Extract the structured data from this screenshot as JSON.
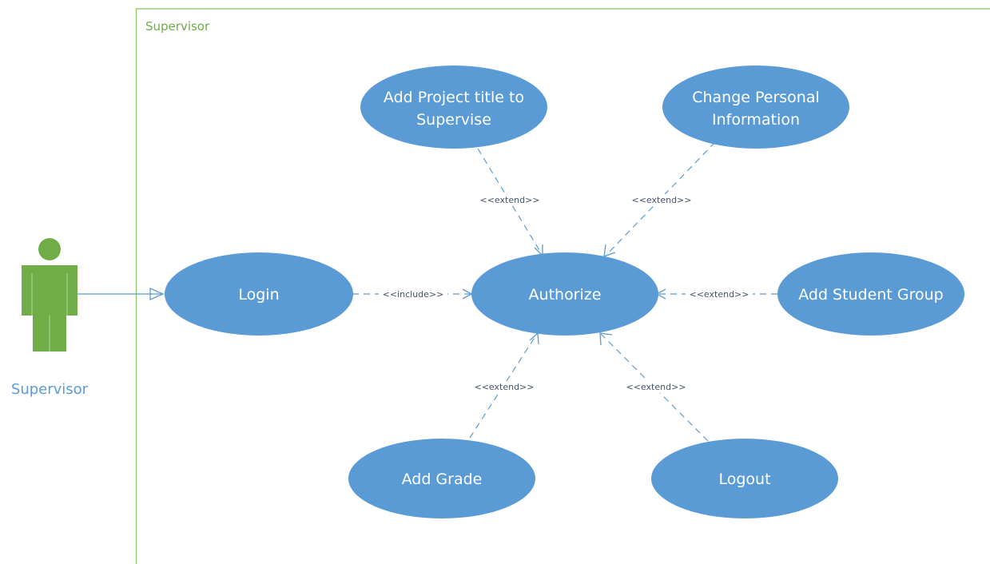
{
  "system_boundary": {
    "label": "Supervisor"
  },
  "actor": {
    "name": "Supervisor"
  },
  "use_cases": {
    "add_project_title": {
      "lines": [
        "Add Project title to",
        "Supervise"
      ]
    },
    "change_personal_info": {
      "lines": [
        "Change Personal",
        "Information"
      ]
    },
    "login": {
      "lines": [
        "Login"
      ]
    },
    "authorize": {
      "lines": [
        "Authorize"
      ]
    },
    "add_student_group": {
      "lines": [
        "Add Student Group"
      ]
    },
    "add_grade": {
      "lines": [
        "Add Grade"
      ]
    },
    "logout": {
      "lines": [
        "Logout"
      ]
    }
  },
  "relationships": {
    "login_authorize": "<<include>>",
    "project_title_authorize": "<<extend>>",
    "personal_info_authorize": "<<extend>>",
    "student_group_authorize": "<<extend>>",
    "grade_authorize": "<<extend>>",
    "logout_authorize": "<<extend>>"
  },
  "colors": {
    "boundary": "#8dc55f",
    "use_case_fill": "#5b9bd5",
    "actor_fill": "#70ad47",
    "connector": "#5b9bd5"
  }
}
